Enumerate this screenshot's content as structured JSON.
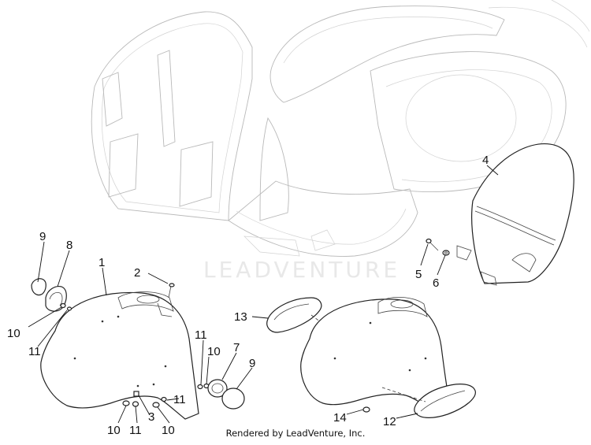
{
  "footer": {
    "text": "Rendered by LeadVenture, Inc."
  },
  "watermark": {
    "text": "LEADVENTURE"
  },
  "callouts": [
    {
      "id": "c1",
      "label": "1"
    },
    {
      "id": "c2",
      "label": "2"
    },
    {
      "id": "c3",
      "label": "3"
    },
    {
      "id": "c4",
      "label": "4"
    },
    {
      "id": "c5",
      "label": "5"
    },
    {
      "id": "c6",
      "label": "6"
    },
    {
      "id": "c7",
      "label": "7"
    },
    {
      "id": "c8",
      "label": "8"
    },
    {
      "id": "c9a",
      "label": "9"
    },
    {
      "id": "c9b",
      "label": "9"
    },
    {
      "id": "c10a",
      "label": "10"
    },
    {
      "id": "c10b",
      "label": "10"
    },
    {
      "id": "c10c",
      "label": "10"
    },
    {
      "id": "c10d",
      "label": "10"
    },
    {
      "id": "c11a",
      "label": "11"
    },
    {
      "id": "c11b",
      "label": "11"
    },
    {
      "id": "c11c",
      "label": "11"
    },
    {
      "id": "c11d",
      "label": "11"
    },
    {
      "id": "c12",
      "label": "12"
    },
    {
      "id": "c13",
      "label": "13"
    },
    {
      "id": "c14",
      "label": "14"
    }
  ]
}
